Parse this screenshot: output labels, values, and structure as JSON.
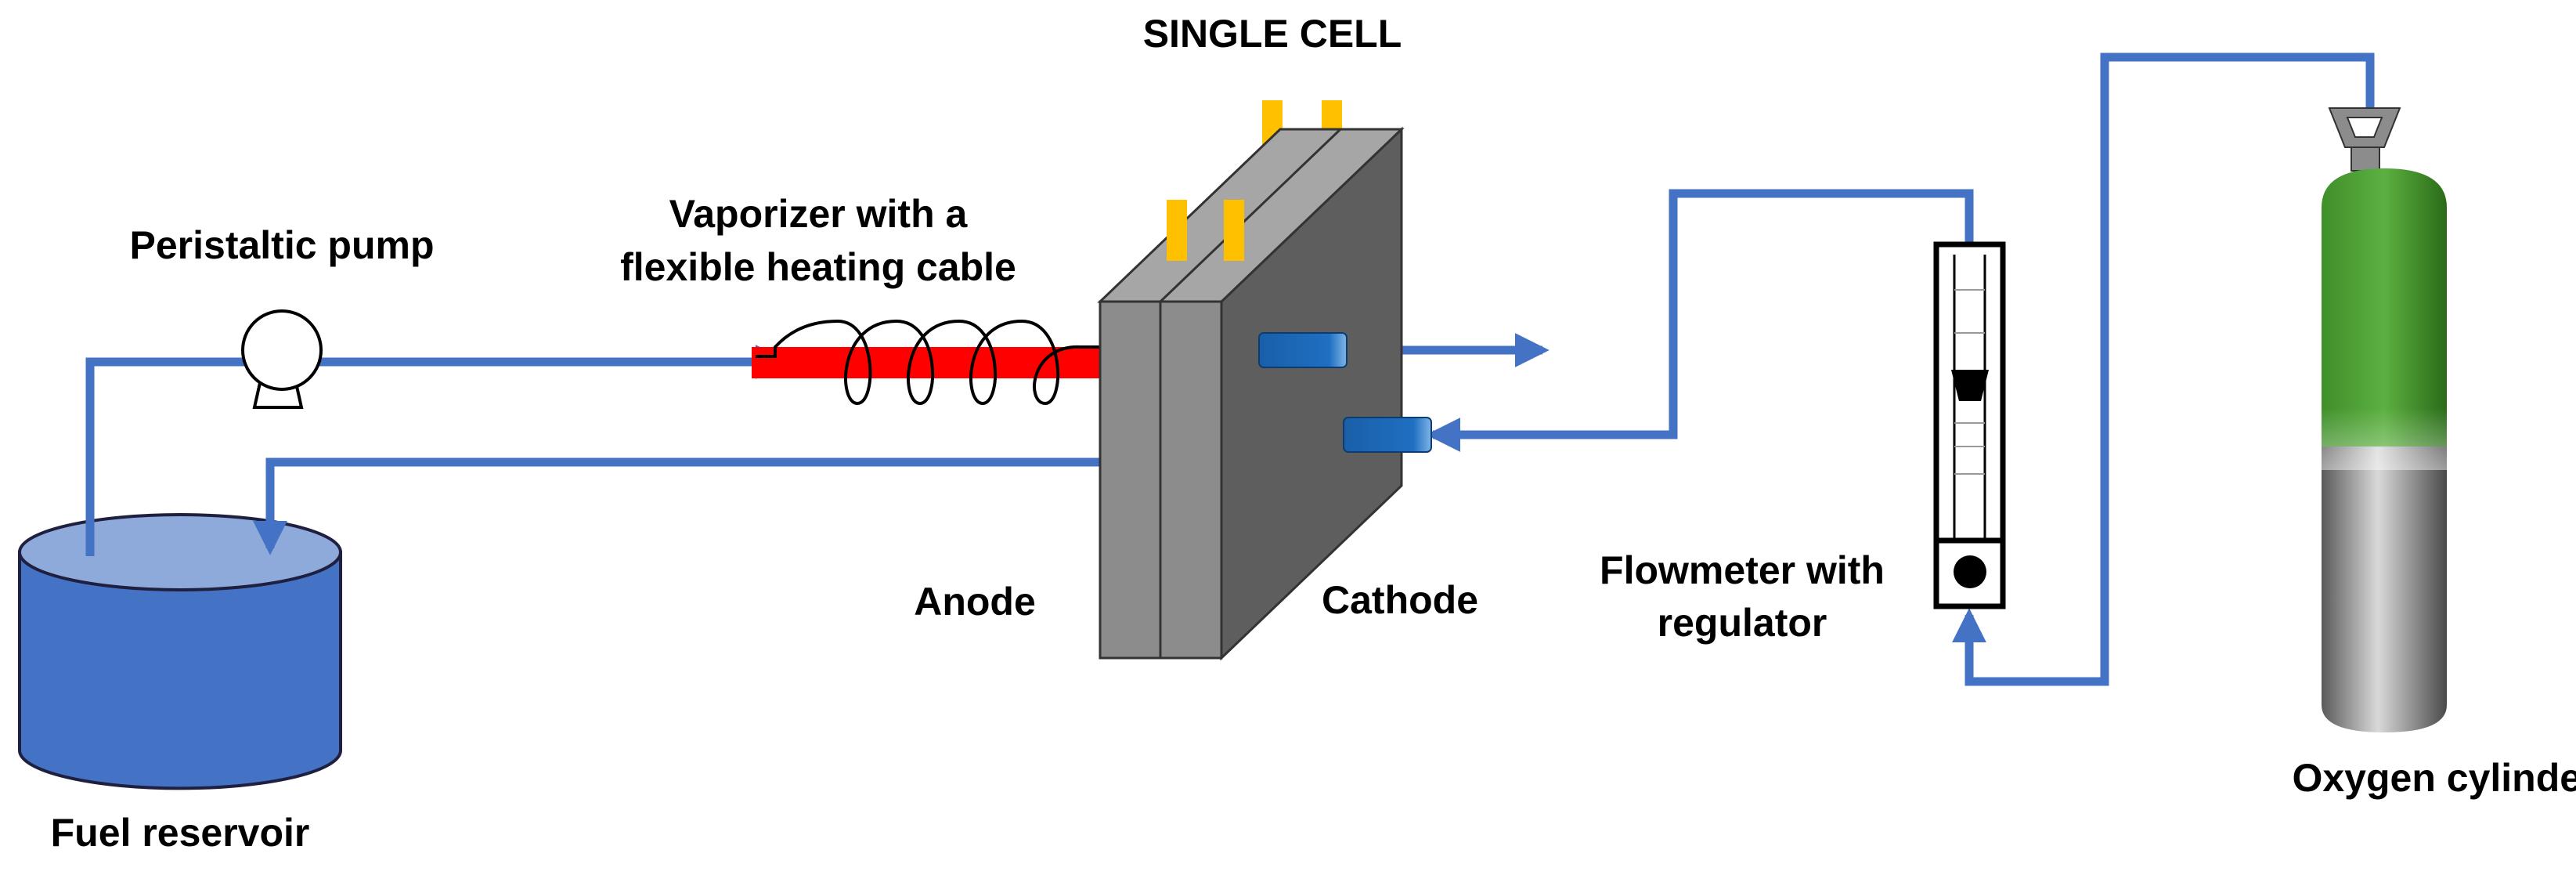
{
  "labels": {
    "single_cell": "SINGLE CELL",
    "peristaltic_pump": "Peristaltic pump",
    "vaporizer_line1": "Vaporizer with a",
    "vaporizer_line2": "flexible heating cable",
    "anode": "Anode",
    "cathode": "Cathode",
    "flowmeter_line1": "Flowmeter with",
    "flowmeter_line2": "regulator",
    "fuel_reservoir": "Fuel reservoir",
    "oxygen_cylinder": "Oxygen cylinder"
  },
  "colors": {
    "pipe": "#4472C4",
    "reservoir_fill": "#4472C4",
    "reservoir_top": "#8EAADB",
    "heater": "#FF0000",
    "terminal": "#FFC000",
    "cell_front": "#8C8C8C",
    "cell_side": "#5E5E5E",
    "cell_top": "#A6A6A6",
    "port": "#1F6FC2",
    "cylinder_top": "#2E7D1E",
    "cylinder_bottom": "#6E6E6E"
  },
  "icons": {
    "pump": "peristaltic-pump-icon",
    "heater": "heating-coil-icon",
    "cell": "fuel-cell-stack-icon",
    "flowmeter": "flowmeter-icon",
    "cylinder": "gas-cylinder-icon",
    "reservoir": "tank-icon"
  }
}
